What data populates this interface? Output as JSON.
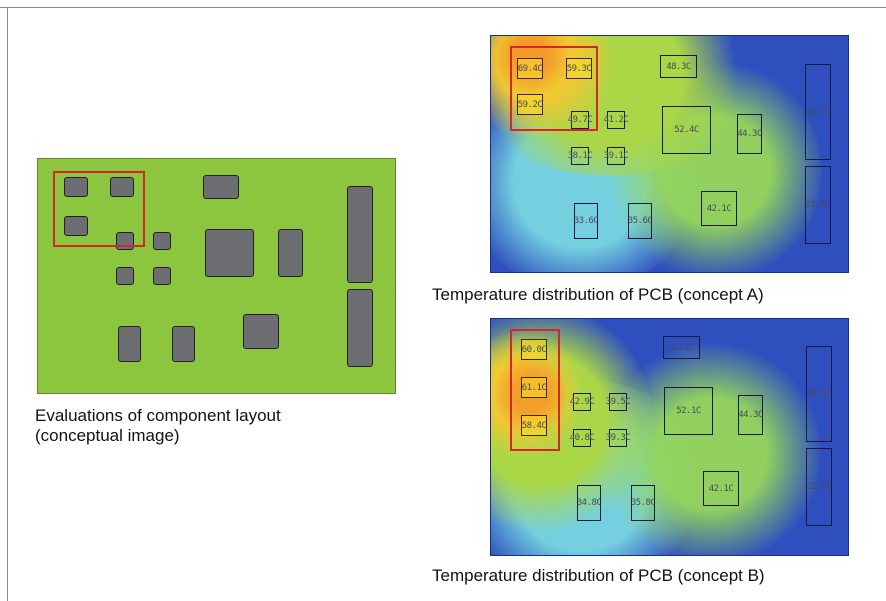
{
  "captions": {
    "layout_line1": "Evaluations of component layout",
    "layout_line2": "(conceptual image)",
    "concept_a": "Temperature distribution of PCB (concept A)",
    "concept_b": "Temperature distribution of PCB (concept B)"
  },
  "concept_a_labels": [
    "69.4C",
    "59.3C",
    "48.3C",
    "59.2C",
    "49.7C",
    "41.2C",
    "52.4C",
    "44.3C",
    "36.5C",
    "38.1C",
    "39.1C",
    "33.6C",
    "35.6C",
    "42.1C",
    "25.0C"
  ],
  "concept_b_labels": [
    "60.0C",
    "42.1C",
    "61.1C",
    "42.9C",
    "39.5C",
    "52.1C",
    "44.3C",
    "35.5C",
    "58.4C",
    "40.8C",
    "39.3C",
    "34.8C",
    "35.8C",
    "42.1C",
    "25.0C"
  ],
  "colors": {
    "board_green": "#8cc63f",
    "component_gray": "#6d6e71",
    "highlight_red": "#d7252b",
    "thermal_blue": "#2f4fbf"
  }
}
